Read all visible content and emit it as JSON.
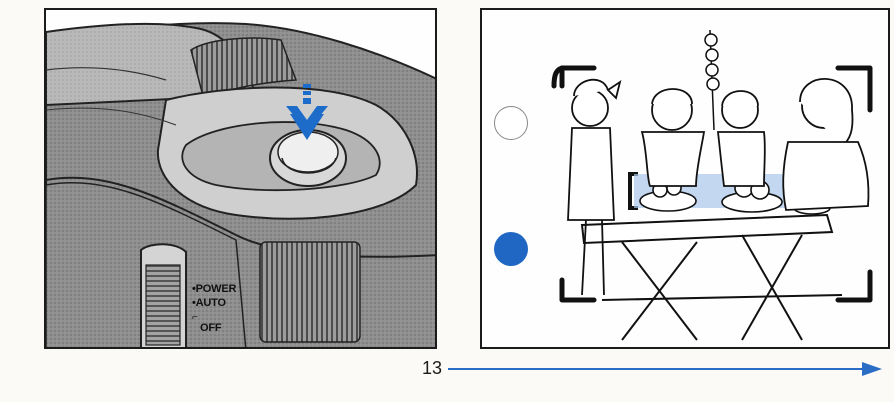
{
  "page_number": "13",
  "camera_switch": {
    "power_label": "•POWER",
    "auto_label": "•AUTO",
    "off_label": "OFF"
  },
  "viewfinder": {
    "indicator_top": "empty",
    "indicator_bottom": "filled",
    "indicator_color": "#1f67c3"
  },
  "colors": {
    "accent_blue": "#1e6cc9",
    "arrow_line": "#2a6dc4"
  },
  "icons": {
    "press_arrow": "arrow-down-icon",
    "page_arrow": "arrow-right-icon"
  }
}
